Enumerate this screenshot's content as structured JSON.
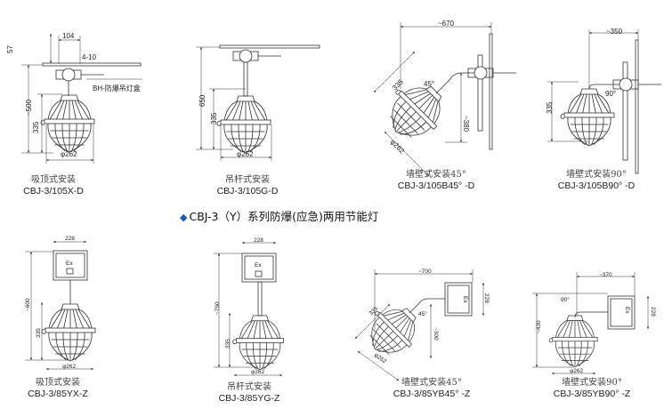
{
  "title": {
    "bullet": "◆",
    "text": "CBJ-3（Y）系列防爆(应急)两用节能灯"
  },
  "colors": {
    "bullet": "#1a5bb5",
    "line": "#333333"
  },
  "figures": [
    {
      "caption_cn": "吸顶式安装",
      "model": "CBJ-3/105X-D",
      "dims": {
        "overall": "~500",
        "height": "335",
        "dia": "φ262",
        "w": "104",
        "h": "57",
        "bolt": "4-10",
        "box": "BH-防爆吊灯盒"
      }
    },
    {
      "caption_cn": "吊杆式安装",
      "model": "CBJ-3/105G-D",
      "dims": {
        "overall": "650",
        "height": "335",
        "dia": "φ262"
      }
    },
    {
      "caption_cn": "墙壁式安装45°",
      "model": "CBJ-3/105B45°  -D",
      "dims": {
        "reach": "~670",
        "height": "335",
        "drop": "~380",
        "dia": "φ262",
        "angle": "45°"
      }
    },
    {
      "caption_cn": "墙壁式安装90°",
      "model": "CBJ-3/105B90°  -D",
      "dims": {
        "reach": "~350",
        "height": "335",
        "angle": "90°"
      }
    },
    {
      "caption_cn": "吸顶式安装",
      "model": "CBJ-3/85YX-Z",
      "dims": {
        "box_w": "228",
        "overall": "~600",
        "height": "335",
        "dia": "φ262",
        "ex": "Ex"
      }
    },
    {
      "caption_cn": "吊杆式安装",
      "model": "CBJ-3/85YG-Z",
      "dims": {
        "box_w": "228",
        "overall": "~750",
        "height": "335",
        "dia": "φ262",
        "ex": "Ex"
      }
    },
    {
      "caption_cn": "墙壁式安装45°",
      "model": "CBJ-3/85YB45°  -Z",
      "dims": {
        "reach": "~700",
        "box_h": "228",
        "height": "335",
        "drop": "~300",
        "dia": "φ262",
        "angle": "45°",
        "ex": "Ex"
      }
    },
    {
      "caption_cn": "墙壁式安装90°",
      "model": "CBJ-3/85YB90°  -Z",
      "dims": {
        "reach": "~370",
        "box_h": "228",
        "overall": "~430",
        "dia": "φ262",
        "angle": "90°",
        "ex": "Ex"
      }
    }
  ]
}
